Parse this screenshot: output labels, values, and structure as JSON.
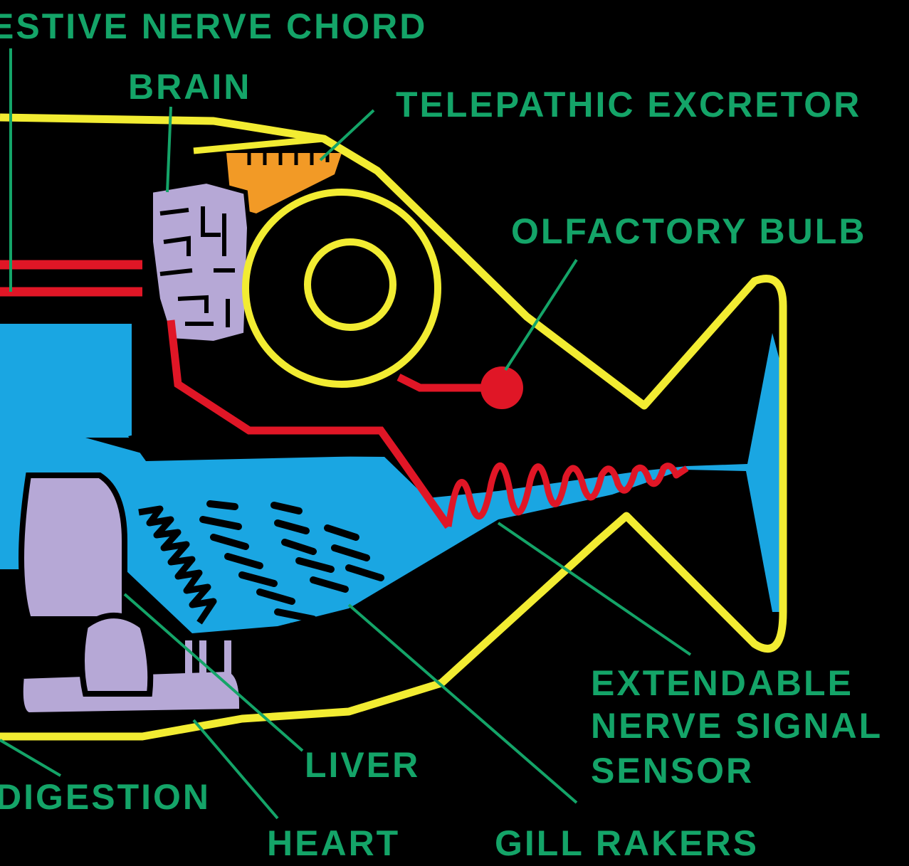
{
  "labels": {
    "nerve_chord": "ESTIVE NERVE CHORD",
    "brain": "BRAIN",
    "telepathic_excretor": "TELEPATHIC EXCRETOR",
    "olfactory_bulb": "OLFACTORY BULB",
    "extendable_sensor": [
      "EXTENDABLE",
      "NERVE SIGNAL",
      "SENSOR"
    ],
    "liver": "LIVER",
    "digestion": "DIGESTION",
    "heart": "HEART",
    "gill_rakers": "GILL RAKERS"
  },
  "colors": {
    "background": "#000000",
    "label_text": "#14a468",
    "leader_line": "#14a468",
    "outline": "#f2ec32",
    "nerve": "#e01626",
    "body_cavity": "#1aa6e2",
    "organ": "#b6a8d6",
    "excretor": "#f29a26"
  }
}
